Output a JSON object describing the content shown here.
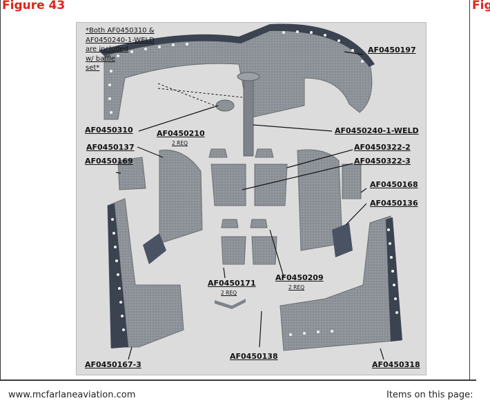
{
  "figure": {
    "title": "Figure 43",
    "next_title_clipped": "Fig"
  },
  "photo": {
    "description_icon": "aircraft-engine-baffle-parts-photo",
    "note_lines": [
      "*Both AF0450310 &",
      "AF0450240-1-WELD",
      "are included",
      "w/ baffle",
      "set*"
    ],
    "labels": {
      "af0450197": "AF0450197",
      "af0450310": "AF0450310",
      "af0450240": "AF0450240-1-WELD",
      "af0450210": "AF0450210",
      "af0450210_req": "2 REQ",
      "af0450137": "AF0450137",
      "af0450322_2": "AF0450322-2",
      "af0450169": "AF0450169",
      "af0450322_3": "AF0450322-3",
      "af0450168": "AF0450168",
      "af0450136": "AF0450136",
      "af0450209": "AF0450209",
      "af0450209_req": "2 REQ",
      "af0450171": "AF0450171",
      "af0450171_req": "2 REQ",
      "af0450138": "AF0450138",
      "af0450167_3": "AF0450167-3",
      "af0450318": "AF0450318"
    }
  },
  "footer": {
    "website": "www.mcfarlaneaviation.com",
    "items_label": "Items on this page:"
  },
  "colors": {
    "title_red": "#e2231a",
    "part_gray": "#8d9298",
    "background_gray": "#dcdcdc"
  }
}
